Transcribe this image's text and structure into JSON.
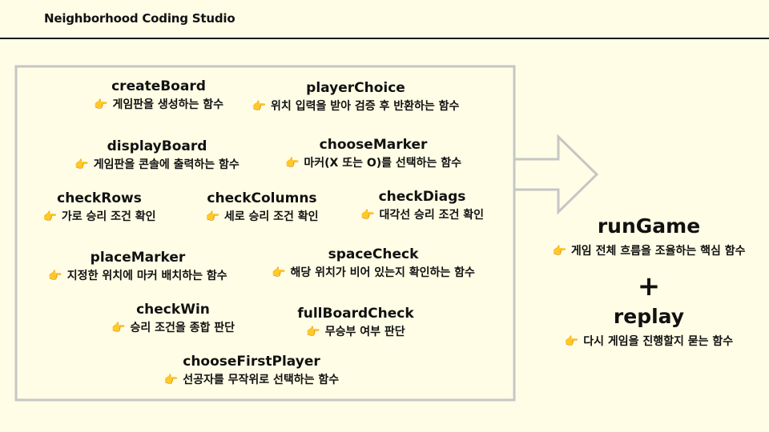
{
  "header": {
    "studio_name": "Neighborhood Coding Studio"
  },
  "colors": {
    "background": "#fffde6",
    "box_outline": "#c6c6c6",
    "text": "#111111"
  },
  "pointer_icon": "backhand-index-pointing-right-icon",
  "functions": [
    {
      "name": "createBoard",
      "desc": "게임판을 생성하는 함수"
    },
    {
      "name": "playerChoice",
      "desc": "위치 입력을 받아 검증 후 반환하는 함수"
    },
    {
      "name": "displayBoard",
      "desc": "게임판을 콘솔에 출력하는 함수"
    },
    {
      "name": "chooseMarker",
      "desc": "마커(X 또는 O)를 선택하는 함수"
    },
    {
      "name": "checkRows",
      "desc": "가로 승리 조건 확인"
    },
    {
      "name": "checkColumns",
      "desc": "세로 승리 조건 확인"
    },
    {
      "name": "checkDiags",
      "desc": "대각선 승리 조건 확인"
    },
    {
      "name": "placeMarker",
      "desc": "지정한 위치에 마커 배치하는 함수"
    },
    {
      "name": "spaceCheck",
      "desc": "해당 위치가 비어 있는지 확인하는 함수"
    },
    {
      "name": "checkWin",
      "desc": "승리 조건을 종합 판단"
    },
    {
      "name": "fullBoardCheck",
      "desc": "무승부 여부 판단"
    },
    {
      "name": "chooseFirstPlayer",
      "desc": "선공자를 무작위로 선택하는 함수"
    }
  ],
  "main": {
    "run_game": {
      "name": "runGame",
      "desc": "게임 전체 흐름을 조율하는 핵심 함수"
    },
    "plus": "+",
    "replay": {
      "name": "replay",
      "desc": "다시 게임을 진행할지 묻는 함수"
    }
  }
}
